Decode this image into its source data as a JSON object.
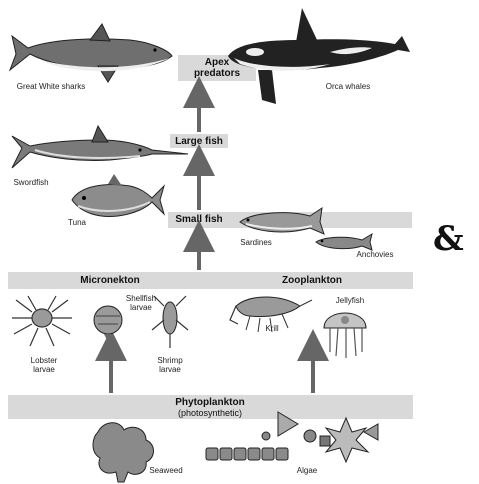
{
  "levels": {
    "apex": "Apex\npredators",
    "large_fish": "Large fish",
    "small_fish": "Small fish",
    "micronekton": "Micronekton",
    "zooplankton": "Zooplankton",
    "phytoplankton": "Phytoplankton",
    "phytoplankton_sub": "(photosynthetic)"
  },
  "organisms": {
    "great_white": "Great White sharks",
    "orca": "Orca whales",
    "swordfish": "Swordfish",
    "tuna": "Tuna",
    "sardines": "Sardines",
    "anchovies": "Anchovies",
    "lobster": "Lobster\nlarvae",
    "shellfish": "Shellfish\nlarvae",
    "shrimp": "Shrimp\nlarvae",
    "krill": "Krill",
    "jellyfish": "Jellyfish",
    "seaweed": "Seaweed",
    "algae": "Algae"
  },
  "ampersand": "&"
}
